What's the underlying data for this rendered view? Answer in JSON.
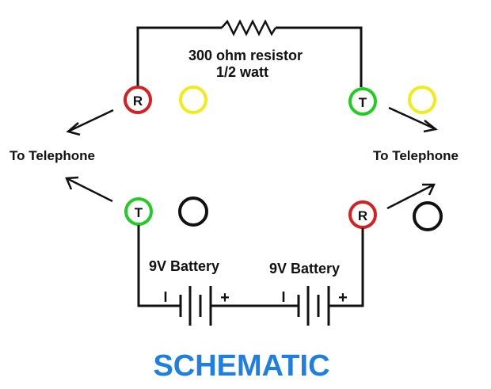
{
  "diagram": {
    "title": "SCHEMATIC",
    "title_color": "#1e7fe0",
    "resistor": {
      "label_line1": "300 ohm resistor",
      "label_line2": "1/2 watt"
    },
    "batteries": [
      {
        "label": "9V Battery",
        "minus_symbol": "I",
        "plus_symbol": "+"
      },
      {
        "label": "9V Battery",
        "minus_symbol": "I",
        "plus_symbol": "+"
      }
    ],
    "telephone_labels": {
      "left": "To Telephone",
      "right": "To Telephone"
    },
    "terminals": {
      "left_top": {
        "letter": "R",
        "color": "#d42020"
      },
      "left_bottom": {
        "letter": "T",
        "color": "#22cc22"
      },
      "right_top": {
        "letter": "T",
        "color": "#22cc22"
      },
      "right_bottom": {
        "letter": "R",
        "color": "#d42020"
      }
    },
    "extra_circles": {
      "yellow_color": "#f0ec1a",
      "black_color": "#111111"
    }
  }
}
